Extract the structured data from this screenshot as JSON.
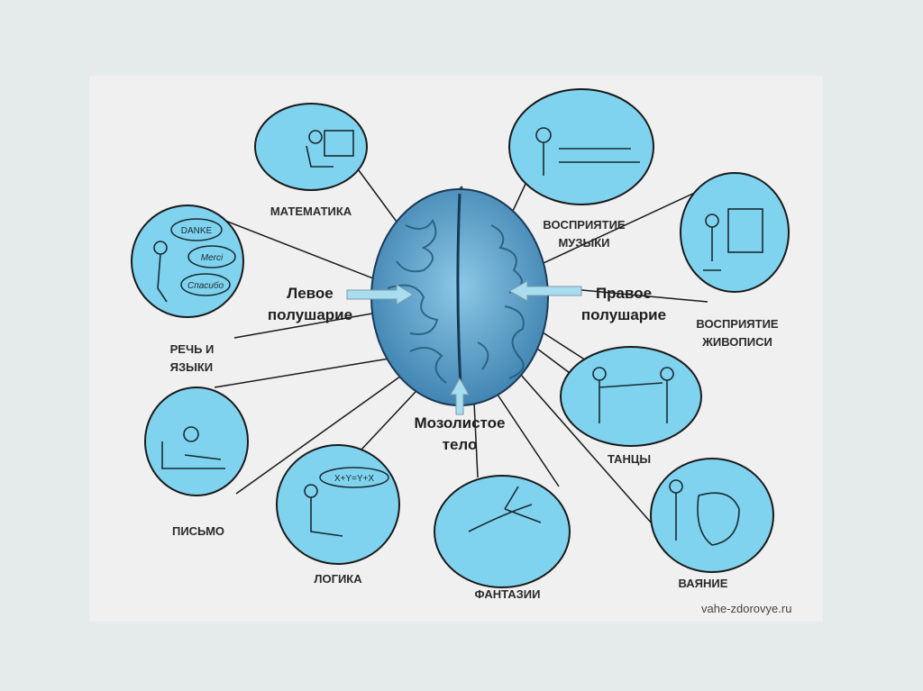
{
  "labels": {
    "math": "МАТЕМАТИКА",
    "music": [
      "ВОСПРИЯТИЕ",
      "МУЗЫКИ"
    ],
    "painting": [
      "ВОСПРИЯТИЕ",
      "ЖИВОПИСИ"
    ],
    "speech": [
      "РЕЧЬ И",
      "ЯЗЫКИ"
    ],
    "writing": "ПИСЬМО",
    "logic": "ЛОГИКА",
    "fantasy": "ФАНТАЗИИ",
    "dance": "ТАНЦЫ",
    "sculpture": "ВАЯНИЕ",
    "left_hemisphere": [
      "Левое",
      "полушарие"
    ],
    "right_hemisphere": [
      "Правое",
      "полушарие"
    ],
    "corpus_callosum": [
      "Мозолистое",
      "тело"
    ]
  },
  "bubbles": {
    "danke": "DANKE",
    "merci": "Merci",
    "spasibo": "Спасибо"
  },
  "equation": "X+Y=Y+X",
  "watermark": "vahe-zdorovye.ru",
  "colors": {
    "circle_fill": "#7fd3ef",
    "brain": "#4f9cc8",
    "outline": "#1a1a1a",
    "arrow": "#a8dcef"
  }
}
